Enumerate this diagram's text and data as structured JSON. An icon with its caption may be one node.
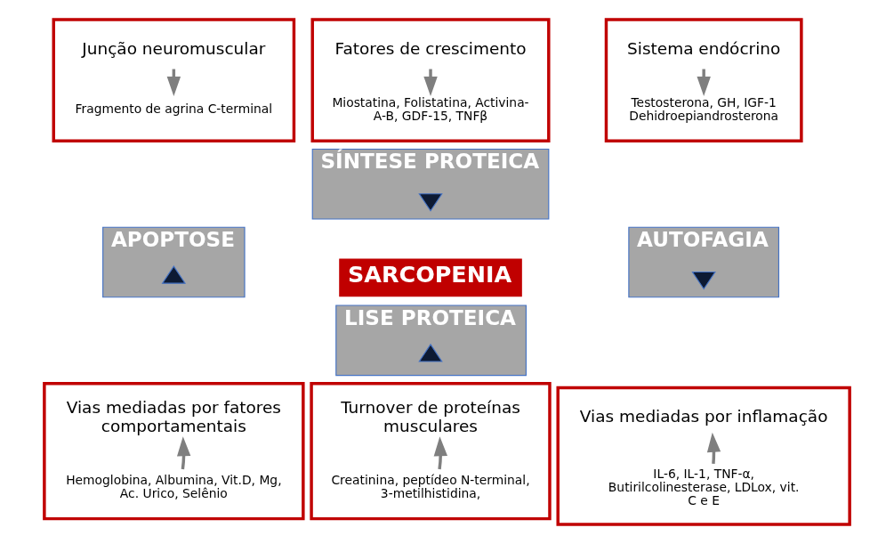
{
  "diagram": {
    "nodes": [
      {
        "text": [],
        "shape": "box"
      },
      {
        "text": [
          "Junção neuromuscular"
        ],
        "in": 0
      },
      {
        "text": [
          "Fragmento de agrina C-terminal"
        ],
        "in": 0
      },
      {
        "text": [],
        "shape": "box"
      },
      {
        "text": [
          "Fatores de crescimento"
        ],
        "in": 3
      },
      {
        "text": [
          "Miostatina, Folistatina, Activina-A-B, GDF-15, TNFβ"
        ],
        "in": 3
      },
      {
        "text": [],
        "shape": "box"
      },
      {
        "text": [
          "Sistema endócrino"
        ],
        "in": 6
      },
      {
        "text": [
          "Testosterona, GH, IGF-1 Dehidroepiandrosterona"
        ],
        "in": 6
      },
      {
        "text": [
          "SÍNTESE PROTEICA"
        ]
      },
      {
        "text": [],
        "shape": "down-arrow",
        "in": 9
      },
      {
        "text": [
          "APOPTOSE"
        ]
      },
      {
        "text": [],
        "shape": "up-arrow",
        "in": 11
      },
      {
        "text": [
          "SARCOPENIA"
        ]
      },
      {
        "text": [
          "AUTOFAGIA"
        ]
      },
      {
        "text": [],
        "shape": "down-arrow",
        "in": 14
      },
      {
        "text": [
          "LISE PROTEICA"
        ]
      },
      {
        "text": [],
        "shape": "up-arrow",
        "in": 16
      },
      {
        "text": [],
        "shape": "box"
      },
      {
        "text": [
          "Vias mediadas por fatores comportamentais"
        ],
        "in": 18
      },
      {
        "text": [
          "Hemoglobina, Albumina, Vit.D, Mg, Ac. Urico, Selênio"
        ],
        "in": 18
      },
      {
        "text": [],
        "shape": "box"
      },
      {
        "text": [
          "Turnover de proteínas musculares"
        ],
        "in": 21
      },
      {
        "text": [
          "Creatinina, peptídeo N-terminal, 3-metilhistidina,"
        ],
        "in": 21
      },
      {
        "text": [],
        "shape": "box"
      },
      {
        "text": [
          "Vias mediadas por inflamação"
        ],
        "in": 24
      },
      {
        "text": [
          "IL-6, IL-1, TNF-α, Butirilcolinesterase, LDLox, vit. C e E"
        ],
        "in": 24
      }
    ],
    "edges": [
      {
        "from": 1,
        "to": 2,
        "arrow": "to"
      },
      {
        "from": 4,
        "to": 5,
        "arrow": "to"
      },
      {
        "from": 7,
        "to": 8,
        "arrow": "to"
      },
      {
        "from": 20,
        "to": 19,
        "arrow": "to"
      },
      {
        "from": 23,
        "to": 22,
        "arrow": "to"
      },
      {
        "from": 26,
        "to": 25,
        "arrow": "to"
      }
    ]
  }
}
